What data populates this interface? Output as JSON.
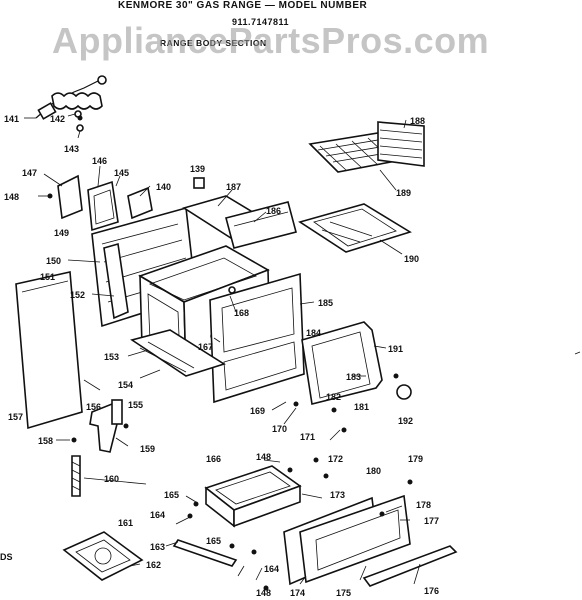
{
  "header": {
    "title": "KENMORE 30\" GAS RANGE — MODEL NUMBER",
    "model": "911.7147811",
    "subtitle": "RANGE BODY SECTION"
  },
  "watermark": "AppliancePartsPros.com",
  "corner_code": "DS",
  "callouts": [
    {
      "id": "141",
      "label": "141"
    },
    {
      "id": "142",
      "label": "142"
    },
    {
      "id": "143",
      "label": "143"
    },
    {
      "id": "147",
      "label": "147"
    },
    {
      "id": "146",
      "label": "146"
    },
    {
      "id": "145",
      "label": "145"
    },
    {
      "id": "140",
      "label": "140"
    },
    {
      "id": "139",
      "label": "139"
    },
    {
      "id": "187",
      "label": "187"
    },
    {
      "id": "186",
      "label": "186"
    },
    {
      "id": "188",
      "label": "188"
    },
    {
      "id": "189",
      "label": "189"
    },
    {
      "id": "190",
      "label": "190"
    },
    {
      "id": "148a",
      "label": "148"
    },
    {
      "id": "149",
      "label": "149"
    },
    {
      "id": "150",
      "label": "150"
    },
    {
      "id": "151",
      "label": "151"
    },
    {
      "id": "152",
      "label": "152"
    },
    {
      "id": "168",
      "label": "168"
    },
    {
      "id": "185",
      "label": "185"
    },
    {
      "id": "184",
      "label": "184"
    },
    {
      "id": "191",
      "label": "191"
    },
    {
      "id": "167",
      "label": "167"
    },
    {
      "id": "153",
      "label": "153"
    },
    {
      "id": "154",
      "label": "154"
    },
    {
      "id": "183",
      "label": "183"
    },
    {
      "id": "182",
      "label": "182"
    },
    {
      "id": "181",
      "label": "181"
    },
    {
      "id": "192",
      "label": "192"
    },
    {
      "id": "157",
      "label": "157"
    },
    {
      "id": "156",
      "label": "156"
    },
    {
      "id": "155",
      "label": "155"
    },
    {
      "id": "169",
      "label": "169"
    },
    {
      "id": "170",
      "label": "170"
    },
    {
      "id": "171",
      "label": "171"
    },
    {
      "id": "158",
      "label": "158"
    },
    {
      "id": "159",
      "label": "159"
    },
    {
      "id": "166",
      "label": "166"
    },
    {
      "id": "148b",
      "label": "148"
    },
    {
      "id": "172",
      "label": "172"
    },
    {
      "id": "180",
      "label": "180"
    },
    {
      "id": "179",
      "label": "179"
    },
    {
      "id": "160",
      "label": "160"
    },
    {
      "id": "173",
      "label": "173"
    },
    {
      "id": "165a",
      "label": "165"
    },
    {
      "id": "164a",
      "label": "164"
    },
    {
      "id": "178",
      "label": "178"
    },
    {
      "id": "177",
      "label": "177"
    },
    {
      "id": "161",
      "label": "161"
    },
    {
      "id": "163",
      "label": "163"
    },
    {
      "id": "165b",
      "label": "165"
    },
    {
      "id": "162",
      "label": "162"
    },
    {
      "id": "164b",
      "label": "164"
    },
    {
      "id": "148c",
      "label": "148"
    },
    {
      "id": "174",
      "label": "174"
    },
    {
      "id": "175",
      "label": "175"
    },
    {
      "id": "176",
      "label": "176"
    }
  ],
  "colors": {
    "ink": "#111111",
    "paper": "#ffffff",
    "watermark": "#969696"
  }
}
